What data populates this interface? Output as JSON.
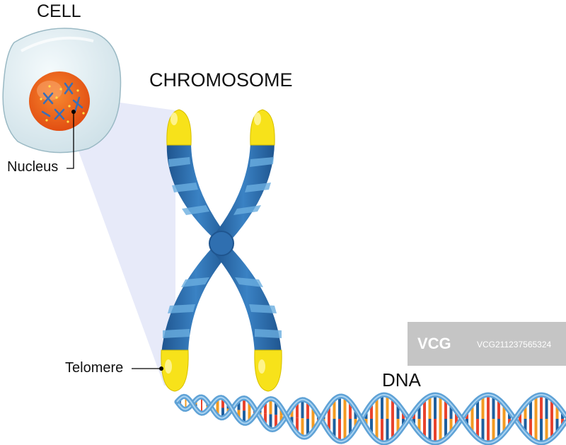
{
  "labels": {
    "cell": "CELL",
    "chromosome": "CHROMOSOME",
    "nucleus": "Nucleus",
    "telomere": "Telomere",
    "dna": "DNA"
  },
  "watermark": {
    "logo": "VCG",
    "id": "VCG211237565324"
  },
  "colors": {
    "chromatid_blue": "#2f6fb0",
    "band_light": "#6aaee0",
    "telomere_yellow": "#f7e21a",
    "nucleus_orange": "#f26a1b",
    "cell_membrane": "#c9dde4",
    "dna_backbone": "#5fa2d6",
    "base_red": "#e8432e",
    "base_orange": "#f39a21",
    "base_blue": "#1f5f9e"
  }
}
